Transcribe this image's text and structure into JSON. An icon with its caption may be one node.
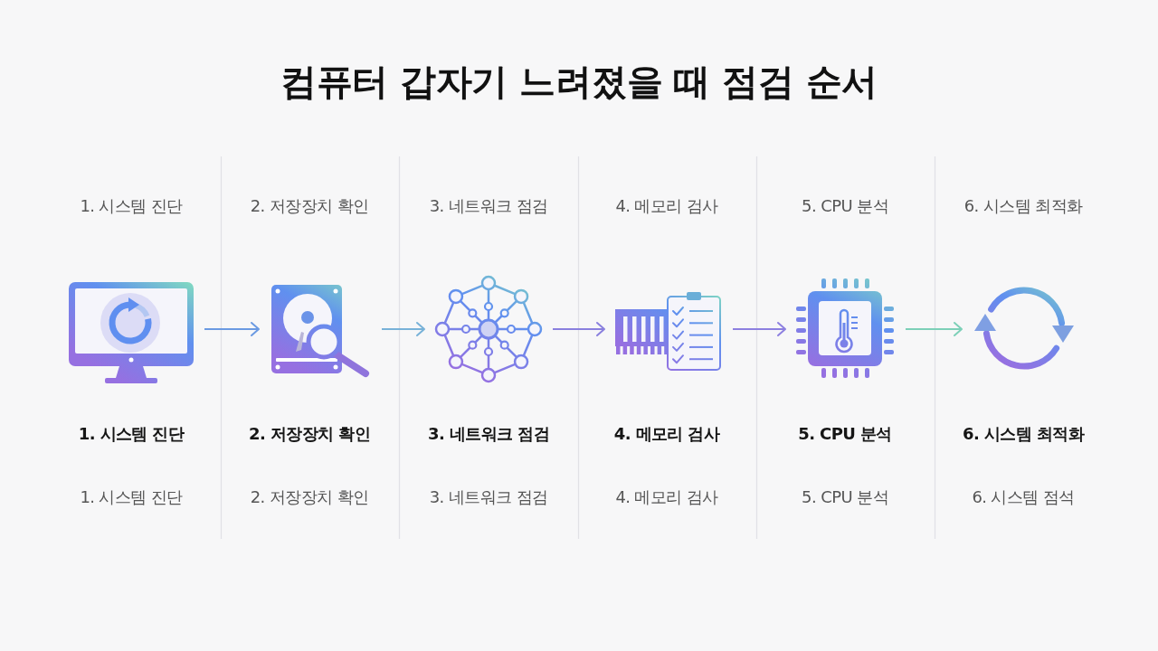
{
  "diagram": {
    "title": "컴퓨터 갑자기 느려졌을 때 점검 순서",
    "nodes": [
      {
        "text": [],
        "shape": "picture",
        "beside": [
          "1. 시스템 진단",
          "1. 시스템 진단"
        ]
      },
      {
        "text": [],
        "shape": "picture",
        "beside": [
          "2. 저장장치 확인",
          "2. 저장장치 확인"
        ]
      },
      {
        "text": [],
        "shape": "picture",
        "beside": [
          "3. 네트워크 점검",
          "3. 네트워크 점검"
        ]
      },
      {
        "text": [],
        "shape": "picture",
        "beside": [
          "4. 메모리 검사",
          "4. 메모리 검사"
        ]
      },
      {
        "text": [],
        "shape": "picture",
        "beside": [
          "5. CPU 분석",
          "5. CPU 분석"
        ]
      },
      {
        "text": [],
        "shape": "picture",
        "beside": [
          "6. 시스템 최적화",
          "6. 시스템 점석"
        ]
      }
    ],
    "edges": [
      {
        "from": 0,
        "to": 1,
        "arrow": "to",
        "color": "#6b9ae2"
      },
      {
        "from": 1,
        "to": 2,
        "arrow": "to",
        "color": "#78b2d8"
      },
      {
        "from": 2,
        "to": 3,
        "arrow": "to",
        "color": "#8a80de"
      },
      {
        "from": 3,
        "to": 4,
        "arrow": "to",
        "color": "#8d80e0"
      },
      {
        "from": 4,
        "to": 5,
        "arrow": "to",
        "color": "#7dd0b8"
      }
    ],
    "labels": [
      "1. 시스템 진단",
      "2. 저장장치 확인",
      "3. 네트워크 점검",
      "4. 메모리 검사",
      "5. CPU 분석",
      "6. 시스템 최적화"
    ]
  }
}
